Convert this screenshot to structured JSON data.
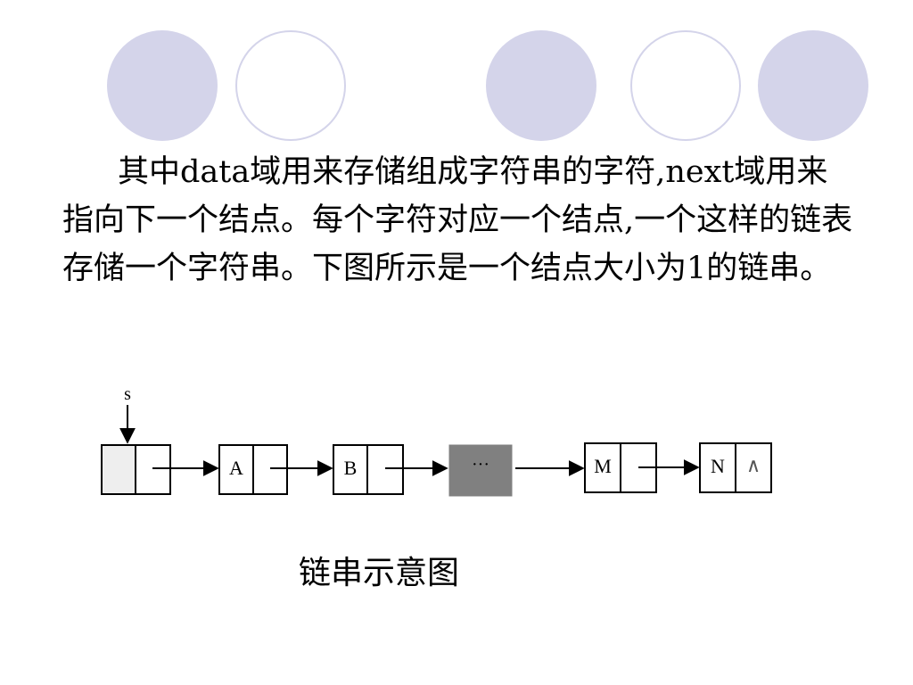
{
  "slide": {
    "paragraph": "其中data域用来存储组成字符串的字符,next域用来指向下一个结点。每个字符对应一个结点,一个这样的链表存储一个字符串。下图所示是一个结点大小为1的链串。",
    "caption": "链串示意图"
  },
  "diagram": {
    "head_pointer_label": "s",
    "nodes": [
      {
        "data": "",
        "kind": "head",
        "fill": "#eeeeee"
      },
      {
        "data": "A",
        "kind": "node",
        "fill": "#ffffff"
      },
      {
        "data": "B",
        "kind": "node",
        "fill": "#ffffff"
      },
      {
        "data": "···",
        "kind": "ellipsis",
        "fill": "#808080"
      },
      {
        "data": "M",
        "kind": "node",
        "fill": "#ffffff"
      },
      {
        "data": "N",
        "kind": "tail",
        "fill": "#ffffff",
        "next": "∧"
      }
    ]
  },
  "colors": {
    "circle_fill": "#d4d4ea",
    "circle_outline": "#d4d4ea",
    "text": "#000000"
  }
}
